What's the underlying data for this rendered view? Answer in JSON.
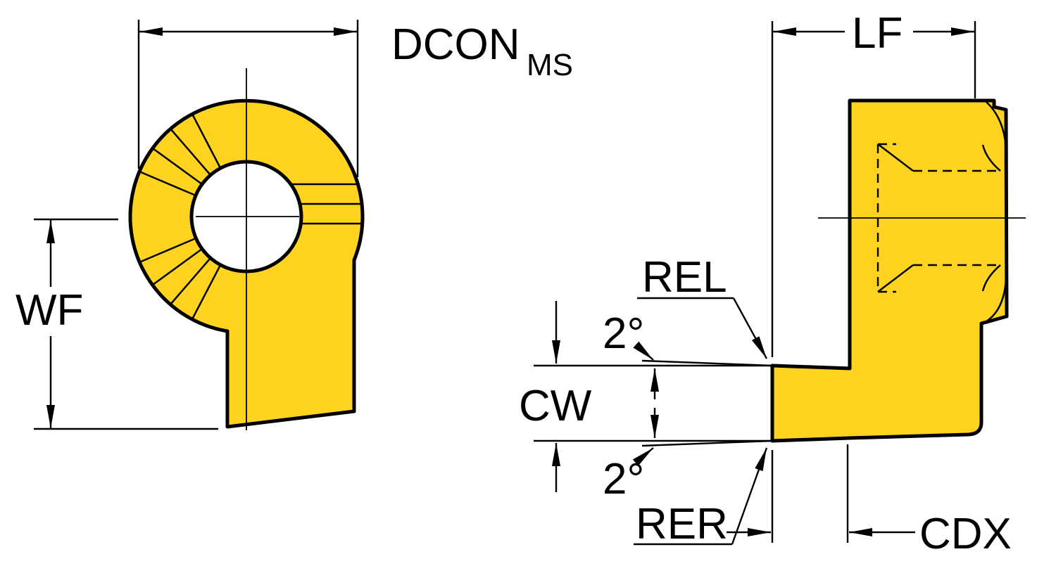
{
  "drawing": {
    "background_color": "#ffffff",
    "part_color": "#ffd320",
    "line_color": "#000000",
    "front_view": {
      "dcon_label": "DCON",
      "dcon_subscript": "MS",
      "wf_label": "WF"
    },
    "side_view": {
      "lf_label": "LF",
      "rel_label": "REL",
      "top_angle_label": "2°",
      "cw_label": "CW",
      "bottom_angle_label": "2°",
      "rer_label": "RER",
      "cdx_label": "CDX"
    }
  }
}
